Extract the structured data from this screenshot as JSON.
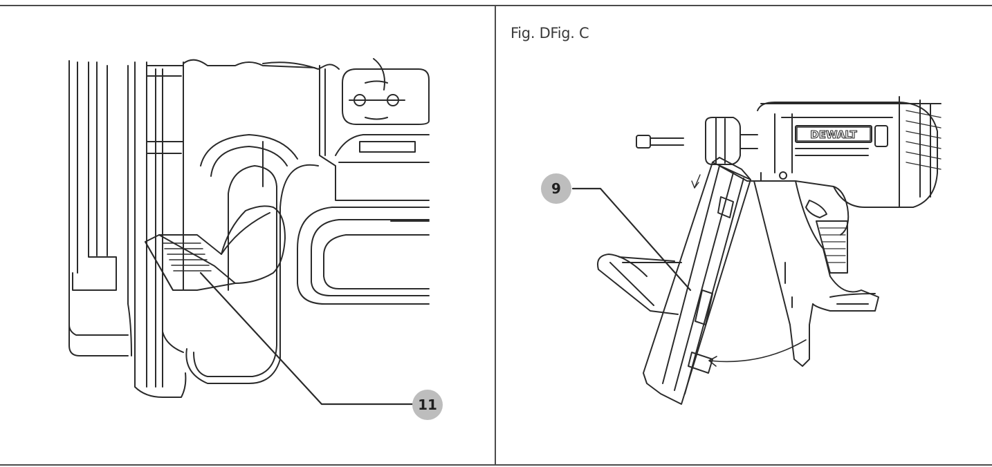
{
  "figure_right": {
    "label": "Fig. DFig. C"
  },
  "callouts": {
    "left": "11",
    "right": "9"
  },
  "brand": {
    "logo_text": "DEWALT"
  },
  "colors": {
    "rule": "#4a4a4a",
    "line_art": "#2a2a2a",
    "callout_fill": "#bdbdbd"
  }
}
